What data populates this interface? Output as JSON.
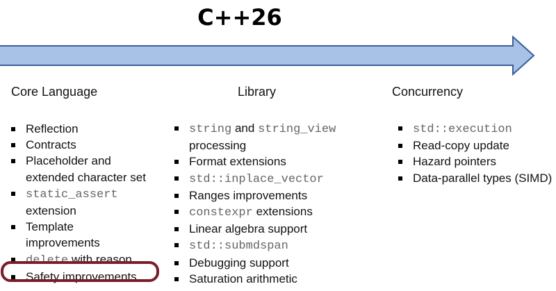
{
  "title": "C++26",
  "colors": {
    "arrow_fill": "#a7c2e6",
    "arrow_stroke": "#3b5e99",
    "highlight": "#7b1c2b",
    "code_text": "#666666"
  },
  "columns": {
    "core": {
      "heading": "Core Language",
      "items": [
        "Reflection",
        "Contracts"
      ],
      "item3a": "Placeholder and",
      "item3b": "extended character set",
      "item4_code": "static_assert",
      "item4_text": "extension",
      "item5a": "Template",
      "item5b": "improvements",
      "item6_code": "delete",
      "item6_text": "with reason",
      "item7": "Safety improvements"
    },
    "library": {
      "heading": "Library",
      "item1_code1": "string",
      "item1_and": "and",
      "item1_code2": "string_view",
      "item1_text": "processing",
      "item2": "Format extensions",
      "item3_code": "std::inplace_vector",
      "item4": "Ranges improvements",
      "item5_code": "constexpr",
      "item5_text": "extensions",
      "item6": "Linear algebra support",
      "item7_code": "std::submdspan",
      "item8": "Debugging support",
      "item9": "Saturation arithmetic"
    },
    "concurrency": {
      "heading": "Concurrency",
      "item1_code": "std::execution",
      "item2": "Read-copy update",
      "item3": "Hazard pointers",
      "item4": "Data-parallel types (SIMD)"
    }
  }
}
